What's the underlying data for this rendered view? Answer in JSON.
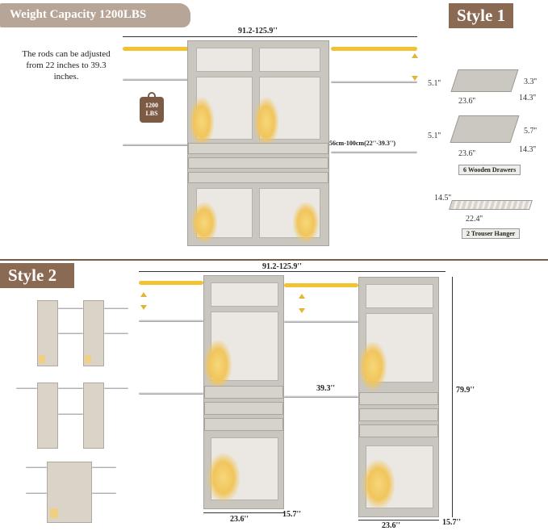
{
  "style1": {
    "capacity_banner": "Weight Capacity 1200LBS",
    "style_label": "Style 1",
    "rod_note": "The rods can be adjusted from 22 inches to 39.3 inches.",
    "badge_line1": "1200",
    "badge_line2": "LBS",
    "width_dim": "91.2-125.9''",
    "rod_dim": "56cm-100cm(22''-39.3'')",
    "drawer1": {
      "height": "5.1''",
      "depth": "3.3''",
      "width": "23.6''",
      "length": "14.3''"
    },
    "drawer2": {
      "height": "5.1''",
      "depth": "5.7''",
      "width": "23.6''",
      "length": "14.3''"
    },
    "drawers_caption": "6 Wooden Drawers",
    "hanger": {
      "width": "14.5''",
      "length": "22.4''"
    },
    "hanger_caption": "2 Trouser Hanger"
  },
  "style2": {
    "style_label": "Style 2",
    "width_dim": "91.2-125.9''",
    "rod_dim": "39.3''",
    "height_dim": "79.9''",
    "left_width": "23.6''",
    "left_depth": "15.7''",
    "right_width": "23.6''",
    "right_depth": "15.7''"
  },
  "colors": {
    "banner": "#b7a698",
    "style_label": "#8b6a53",
    "gold_rod": "#f1c232",
    "frame": "#c9c6c0"
  }
}
